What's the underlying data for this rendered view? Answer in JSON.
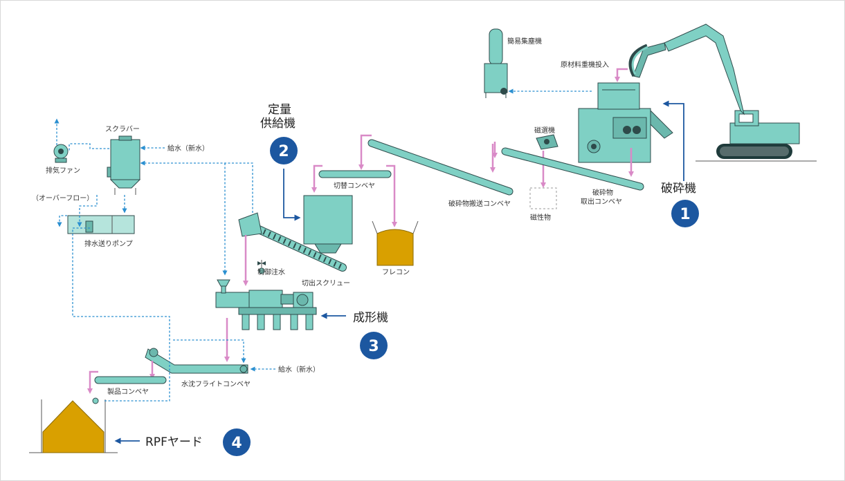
{
  "labels": {
    "dust_collector": "簡易集塵機",
    "raw_material_input": "原材料重機投入",
    "magnetic_separator": "磁選機",
    "crushed_conveyor": "破砕物\n取出コンベヤ",
    "magnetic_material": "磁性物",
    "crushed_transport_conveyor": "破砕物搬送コンベヤ",
    "switch_conveyor": "切替コンベヤ",
    "flexible_container": "フレコン",
    "discharge_screw": "切出スクリュー",
    "control_water": "制御注水",
    "scrubber": "スクラバー",
    "water_supply_1": "給水（新水）",
    "exhaust_fan": "排気ファン",
    "overflow": "（オーバーフロー）",
    "drain_pump": "排水送りポンプ",
    "submerged_conveyor": "水沈フライトコンベヤ",
    "water_supply_2": "給水（新水）",
    "product_conveyor": "製品コンベヤ"
  },
  "stages": [
    {
      "number": "1",
      "name": "破砕機"
    },
    {
      "number": "2",
      "name": "定量\n供給機"
    },
    {
      "number": "3",
      "name": "成形機"
    },
    {
      "number": "4",
      "name": "RPFヤード"
    }
  ],
  "colors": {
    "equipment": "#7fd0c4",
    "material_flow": "#d98ac7",
    "water_air_flow": "#2a8fd0",
    "badge": "#1c57a0",
    "product_pile": "#d9a000"
  }
}
